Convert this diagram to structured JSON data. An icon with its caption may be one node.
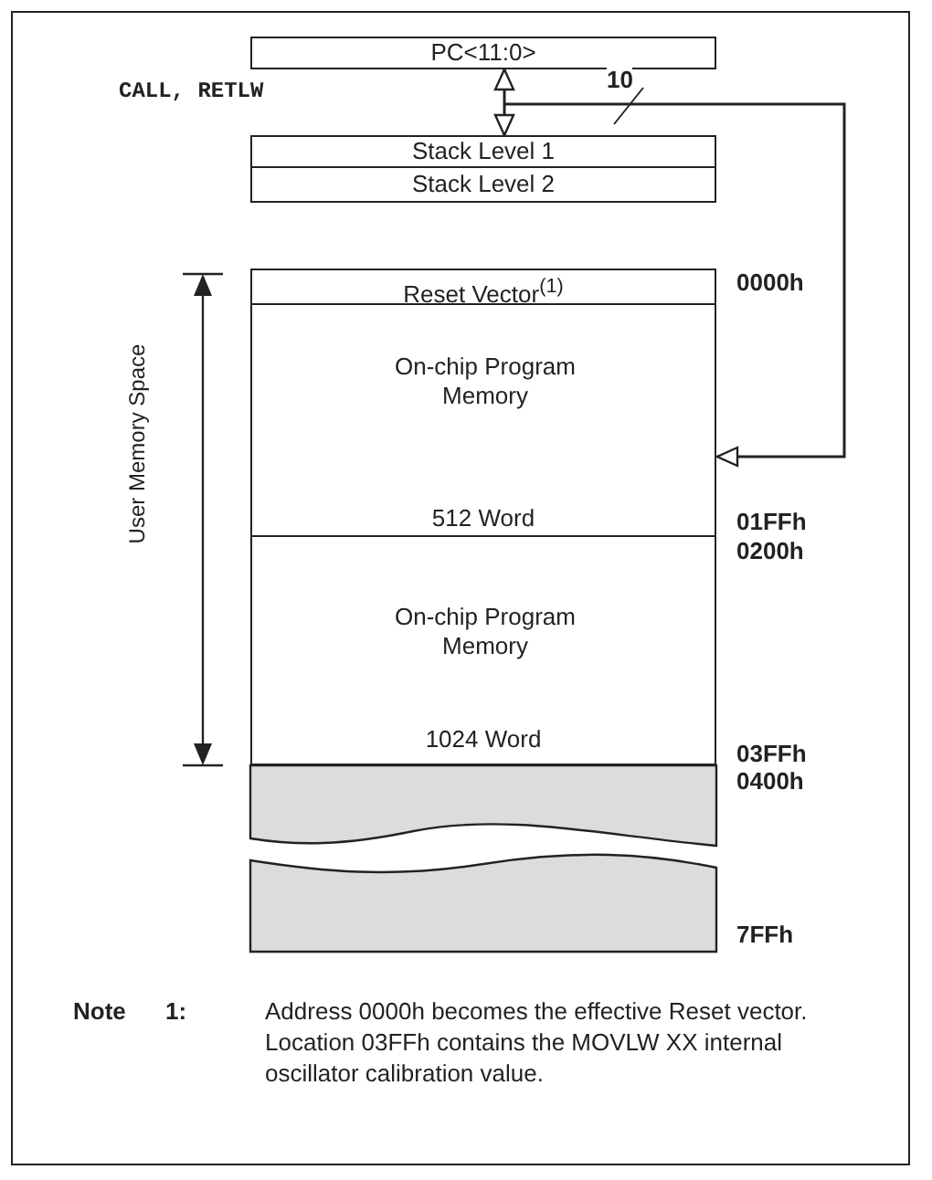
{
  "diagram": {
    "nodes": [
      {
        "text": [
          "PC<11:0>"
        ]
      },
      {
        "text": [
          "Stack Level 1"
        ]
      },
      {
        "text": [
          "Stack Level 2"
        ]
      },
      {
        "text": [
          "Reset Vector$^{(1)}$"
        ],
        "beside": [
          "0000h"
        ]
      },
      {
        "text": [
          "On-chip Program Memory",
          "512 Word"
        ],
        "beside": [
          "01FFh"
        ]
      },
      {
        "text": [
          "On-chip Program Memory",
          "1024 Word"
        ],
        "beside": [
          "0200h",
          "03FFh"
        ]
      },
      {
        "text": [],
        "shape": "box",
        "beside": [
          "0400h",
          "7FFh"
        ]
      }
    ],
    "edges": [
      {
        "from": 0,
        "to": 1,
        "arrow": "both"
      },
      {
        "from": null,
        "to": 4,
        "arrow": "to",
        "label": "10"
      }
    ],
    "labels": [
      "CALL, RETLW",
      "User Memory Space",
      "Note 1:",
      "Address 0000h becomes the effective Reset vector. Location 03FFh contains the MOVLW XX internal oscillator calibration value."
    ]
  }
}
